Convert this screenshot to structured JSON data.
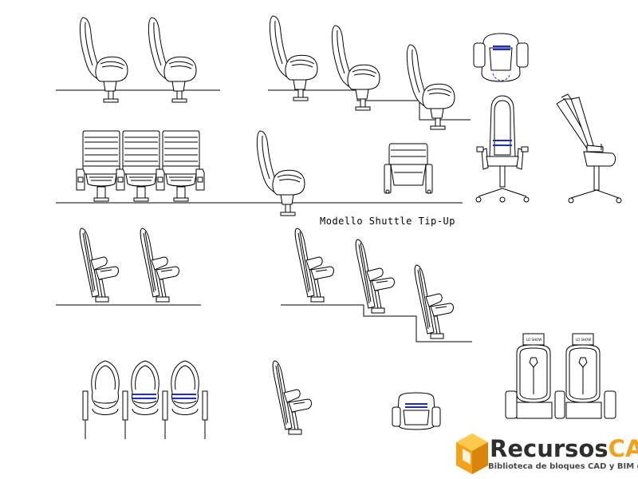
{
  "drawing": {
    "caption": "Modello Shuttle Tip-Up",
    "headrest_text": "LO SHOW"
  },
  "logo": {
    "brand_part1": "Recursos",
    "brand_part2": "CAD",
    "tagline": "Biblioteca de bloques CAD y BIM gratuita",
    "color_orange": "#f5a21b",
    "color_dark": "#2e2e2e"
  },
  "colors": {
    "stripe": "#1a2bd6",
    "line": "#000000"
  }
}
